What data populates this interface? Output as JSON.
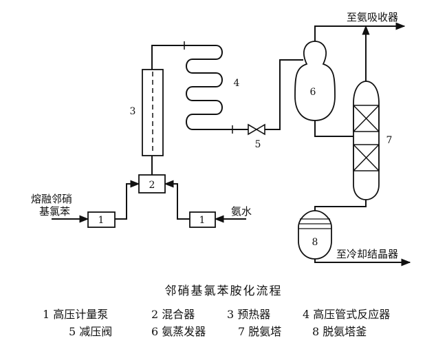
{
  "diagram": {
    "labels": {
      "feed_left": [
        "熔融邻硝",
        "基氯苯"
      ],
      "feed_right": "氨水",
      "to_absorber": "至氨吸收器",
      "to_crystallizer": "至冷却结晶器"
    },
    "unit_numbers": {
      "pump_left": "1",
      "pump_right": "1",
      "mixer": "2",
      "preheater": "3",
      "reactor": "4",
      "valve": "5",
      "evaporator": "6",
      "stripper": "7",
      "kettle": "8"
    }
  },
  "caption": "邻硝基氯苯胺化流程",
  "legend": [
    "1 高压计量泵",
    "2 混合器",
    "3 预热器",
    "4 高压管式反应器",
    "5 减压阀",
    "6 氨蒸发器",
    "7 脱氨塔",
    "8 脱氨塔釜"
  ]
}
